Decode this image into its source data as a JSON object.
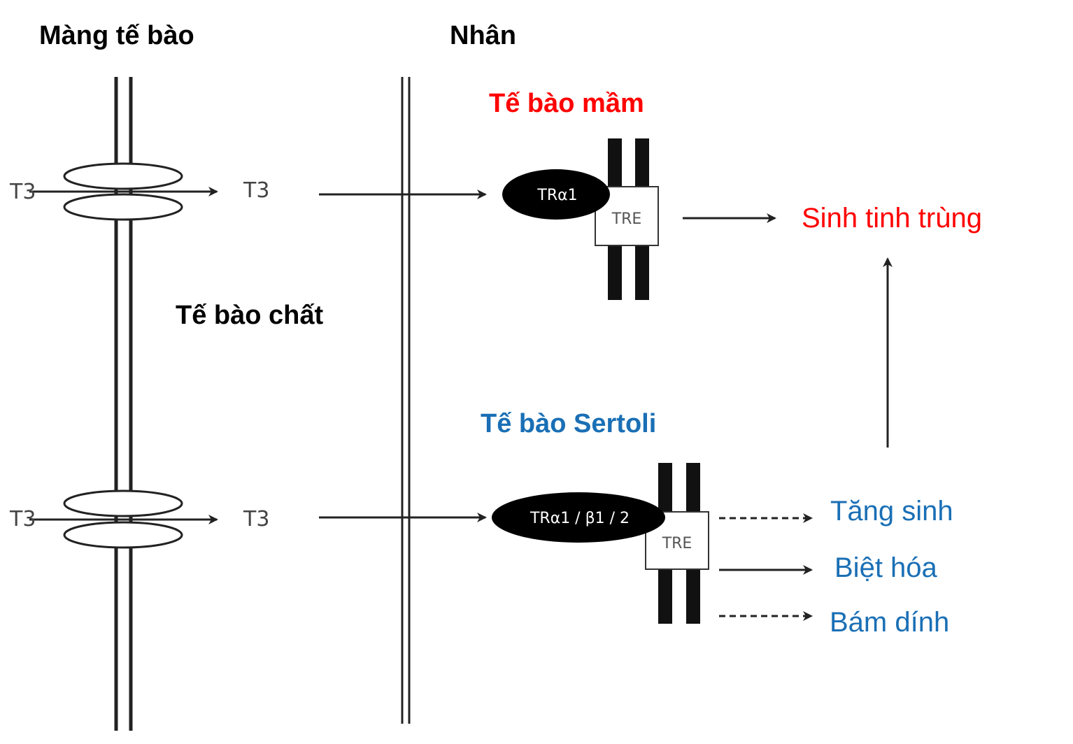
{
  "labels": {
    "membrane": "Màng tế bào",
    "nucleus": "Nhân",
    "cytoplasm": "Tế bào chất"
  },
  "germ_cell": {
    "title": "Tế bào mầm",
    "t3_outside": "T3",
    "t3_inside": "T3",
    "receptor": "TRα1",
    "element": "TRE",
    "outcome": "Sinh tinh trùng"
  },
  "sertoli_cell": {
    "title": "Tế bào Sertoli",
    "t3_outside": "T3",
    "t3_inside": "T3",
    "receptor": "TRα1 / β1 / 2",
    "element": "TRE",
    "outcomes": [
      "Tăng sinh",
      "Biệt hóa",
      "Bám dính"
    ]
  },
  "colors": {
    "germ_accent": "#ff0000",
    "sertoli_accent": "#1a6fb5",
    "line": "#222222"
  }
}
